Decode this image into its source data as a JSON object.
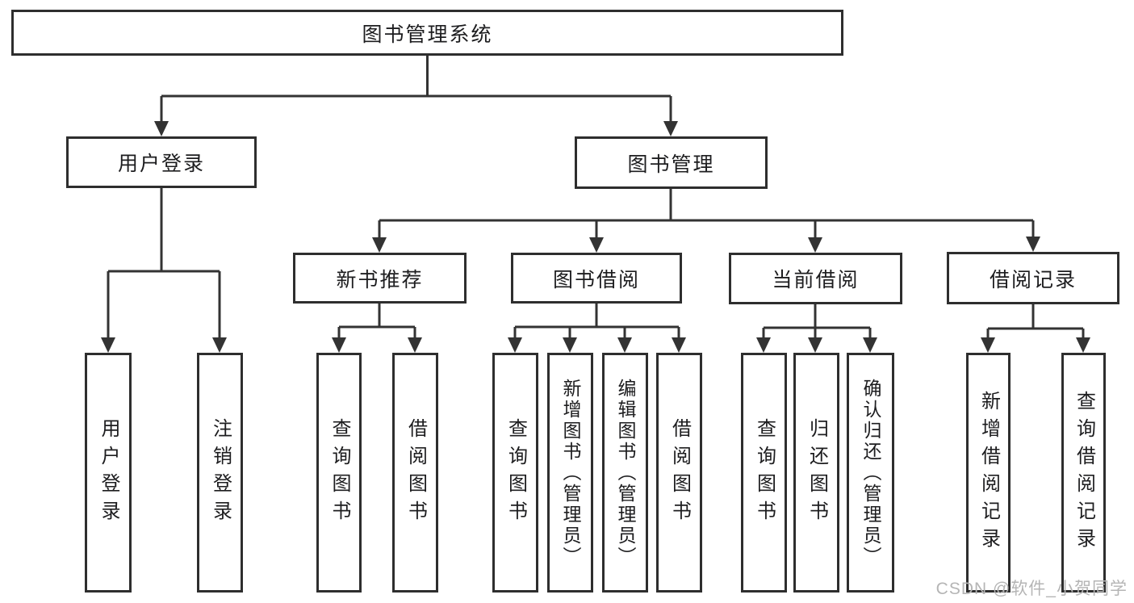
{
  "diagram": {
    "type": "tree",
    "tree": {
      "root": {
        "label": "图书管理系统",
        "children": [
          {
            "label": "用户登录",
            "children": [
              {
                "label": "用户登录"
              },
              {
                "label": "注销登录"
              }
            ]
          },
          {
            "label": "图书管理",
            "children": [
              {
                "label": "新书推荐",
                "children": [
                  {
                    "label": "查询图书"
                  },
                  {
                    "label": "借阅图书"
                  }
                ]
              },
              {
                "label": "图书借阅",
                "children": [
                  {
                    "label": "查询图书"
                  },
                  {
                    "label": "新增图书（管理员）"
                  },
                  {
                    "label": "编辑图书（管理员）"
                  },
                  {
                    "label": "借阅图书"
                  }
                ]
              },
              {
                "label": "当前借阅",
                "children": [
                  {
                    "label": "查询图书"
                  },
                  {
                    "label": "归还图书"
                  },
                  {
                    "label": "确认归还（管理员）"
                  }
                ]
              },
              {
                "label": "借阅记录",
                "children": [
                  {
                    "label": "新增借阅记录"
                  },
                  {
                    "label": "查询借阅记录"
                  }
                ]
              }
            ]
          }
        ]
      }
    },
    "colors": {
      "line": "#333333",
      "box_border": "#2e2e2e",
      "box_fill": "#ffffff",
      "text": "#1d1d1f",
      "watermark": "#b5b5b5"
    },
    "watermark": "CSDN @软件_小贺同学"
  }
}
